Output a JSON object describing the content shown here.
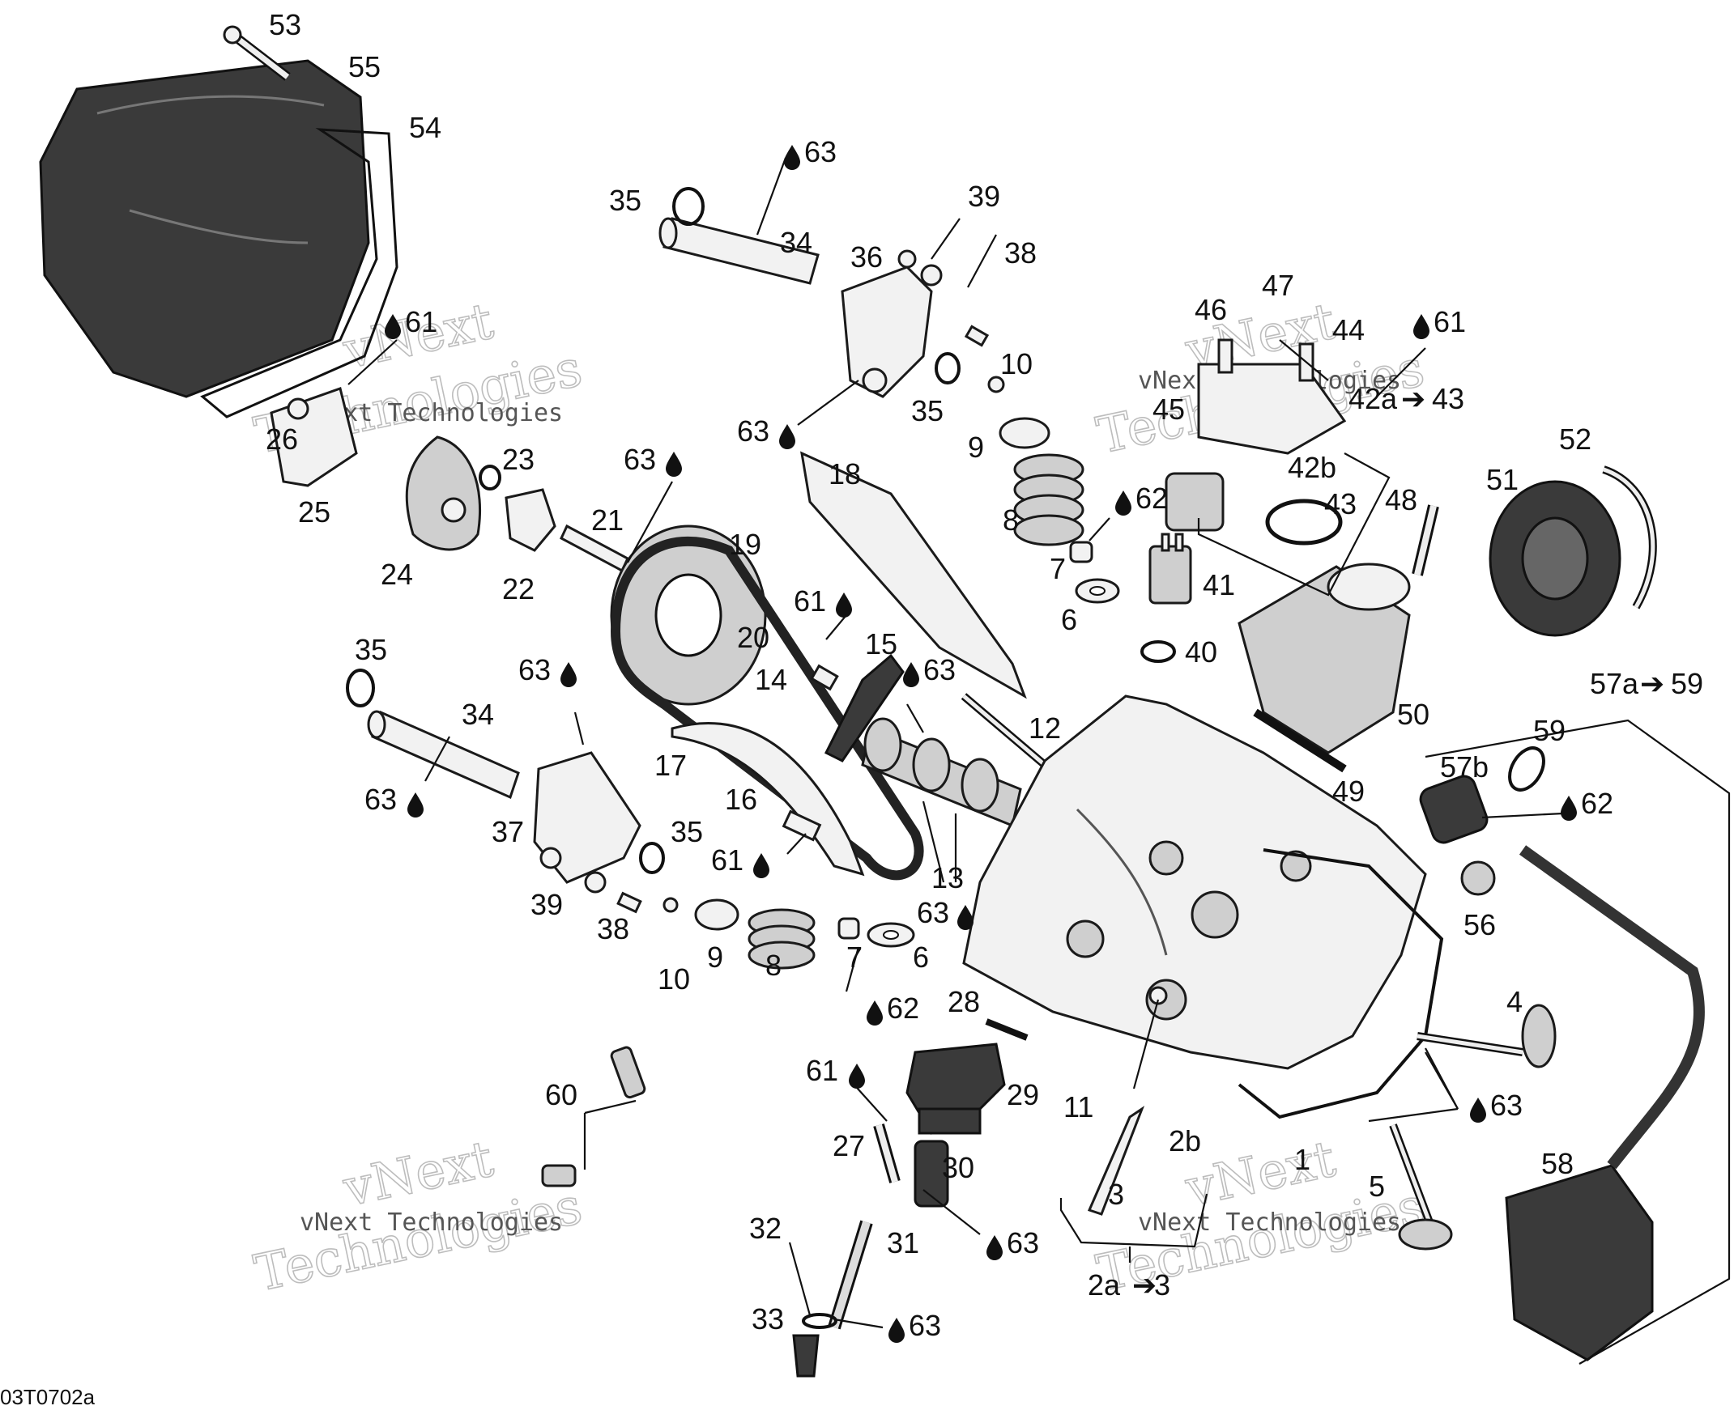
{
  "diagram_code": "03T0702a",
  "watermark": {
    "line1": "vNext",
    "line2": "Technologies",
    "full": "vNext Technologies"
  },
  "colors": {
    "ink": "#111111",
    "part_fill": "#f2f2f2",
    "dark_part": "#3a3a3a",
    "watermark": "#bdbdbd"
  },
  "icons": {
    "drop": "oil-drop-icon",
    "arrow": "right-arrow-icon"
  },
  "callouts": {
    "c53": "53",
    "c55": "55",
    "c54": "54",
    "c35a": "35",
    "c63a": "63",
    "c34a": "34",
    "c36": "36",
    "c39a": "39",
    "c38a": "38",
    "c10a": "10",
    "c35b": "35",
    "c9a": "9",
    "c63b": "63",
    "c61a": "61",
    "c26": "26",
    "c25": "25",
    "c23": "23",
    "c24": "24",
    "c22": "22",
    "c21": "21",
    "c63c": "63",
    "c18": "18",
    "c19": "19",
    "c20": "20",
    "c61b": "61",
    "c15": "15",
    "c63d": "63",
    "c14": "14",
    "c12": "12",
    "c17": "17",
    "c16": "16",
    "c61c": "61",
    "c13": "13",
    "c63e": "63",
    "c35c": "35",
    "c34b": "34",
    "c63f": "63",
    "c63g": "63",
    "c37": "37",
    "c35d": "35",
    "c39b": "39",
    "c38b": "38",
    "c10b": "10",
    "c9b": "9",
    "c8b": "8",
    "c7b": "7",
    "c6b": "6",
    "c62b": "62",
    "c8a": "8",
    "c62a": "62",
    "c7a": "7",
    "c6a": "6",
    "c41": "41",
    "c40": "40",
    "c46": "46",
    "c47": "47",
    "c44": "44",
    "c61d": "61",
    "c45": "45",
    "c42a43": "42a",
    "c43top": "43",
    "c42b": "42b",
    "c43": "43",
    "c48": "48",
    "c51": "51",
    "c52": "52",
    "c50": "50",
    "c49": "49",
    "c57a": "57a",
    "c59top": "59",
    "c59": "59",
    "c57b": "57b",
    "c62c": "62",
    "c56": "56",
    "c4": "4",
    "c63h": "63",
    "c58": "58",
    "c5": "5",
    "c1": "1",
    "c2b": "2b",
    "c3": "3",
    "c2a": "2a",
    "c3b": "3",
    "c28": "28",
    "c29": "29",
    "c11": "11",
    "c61e": "61",
    "c27": "27",
    "c30": "30",
    "c31": "31",
    "c63i": "63",
    "c32": "32",
    "c33": "33",
    "c63j": "63",
    "c60": "60"
  }
}
